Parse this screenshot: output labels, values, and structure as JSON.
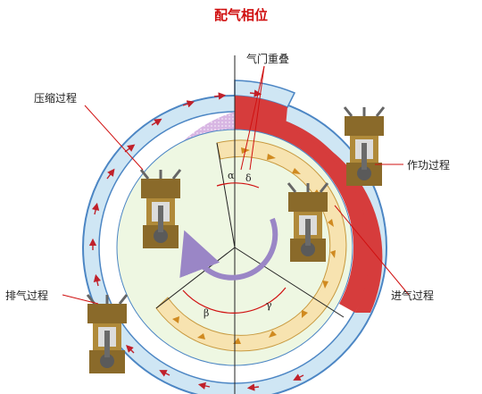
{
  "title": "配气相位",
  "labels": {
    "valve_overlap": "气门重叠",
    "compression": "压缩过程",
    "power": "作功过程",
    "exhaust": "排气过程",
    "intake": "进气过程"
  },
  "angles": {
    "alpha": "α",
    "delta": "δ",
    "beta": "β",
    "gamma": "γ"
  },
  "colors": {
    "title": "#d01010",
    "outer_ring": "#cfe6f4",
    "exhaust_band": "#d63c3c",
    "compression_band": "#c9a7d9",
    "intake_band": "#f7e3b0",
    "inner_disk": "#eef7e2",
    "rotation_arrow": "#9a86c6",
    "arrow_red": "#c0202a",
    "arrow_orange": "#d08a20"
  },
  "icons": [
    "engine-cylinder-icon"
  ]
}
